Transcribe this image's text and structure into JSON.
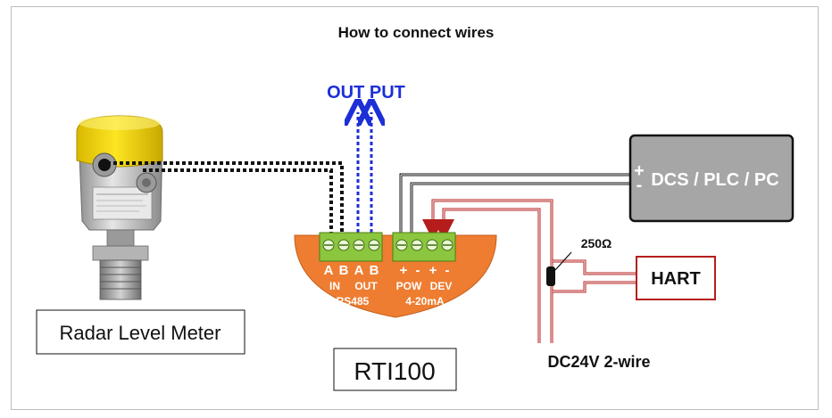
{
  "title": "How to connect wires",
  "output_label": "OUT PUT",
  "meter_label": "Radar Level Meter",
  "device_label": "RTI100",
  "terminals": {
    "a1": "A",
    "b1": "B",
    "a2": "A",
    "b2": "B",
    "plus1": "+",
    "minus1": "-",
    "plus2": "+",
    "minus2": "-",
    "in": "IN",
    "out": "OUT",
    "pow": "POW",
    "dev": "DEV",
    "rs485": "RS485",
    "ma": "4-20mA"
  },
  "dcs": {
    "plus": "+",
    "minus": "-",
    "label": "DCS / PLC / PC"
  },
  "resistor_label": "250Ω",
  "hart_label": "HART",
  "power_label": "DC24V 2-wire",
  "colors": {
    "orange": "#ee7d31",
    "terminal_green": "#8cc63f",
    "wire_red": "#b51d1d",
    "output_blue": "#1d2fd6",
    "dcs_gray": "#a6a6a6"
  }
}
